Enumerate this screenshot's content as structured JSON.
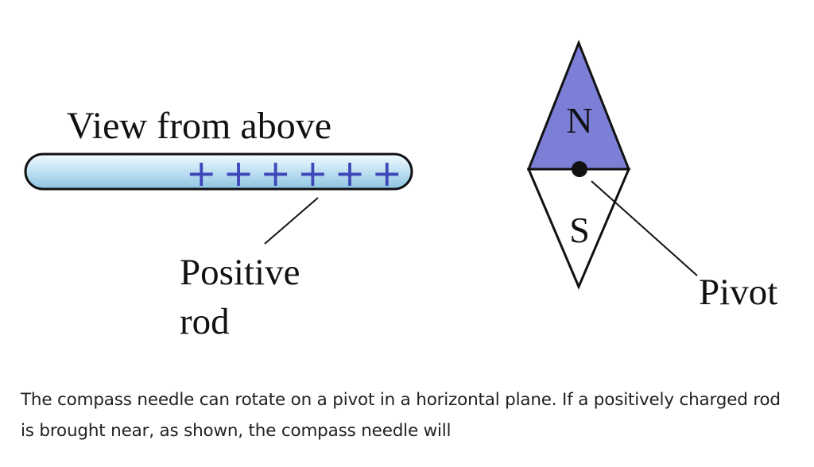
{
  "diagram": {
    "rod_title": "View from above",
    "rod_charges": "++++++",
    "rod_label_line1": "Positive",
    "rod_label_line2": "rod",
    "needle_north": "N",
    "needle_south": "S",
    "pivot_label": "Pivot"
  },
  "question": {
    "text": "The compass needle can rotate on a pivot in a horizontal plane. If a positively charged rod is brought near, as shown, the compass needle will"
  },
  "colors": {
    "north_fill": "#7b7fd6",
    "rod_light": "#e6f4fb",
    "rod_dark": "#8cc3e2",
    "charge_color": "#3f47b8"
  }
}
